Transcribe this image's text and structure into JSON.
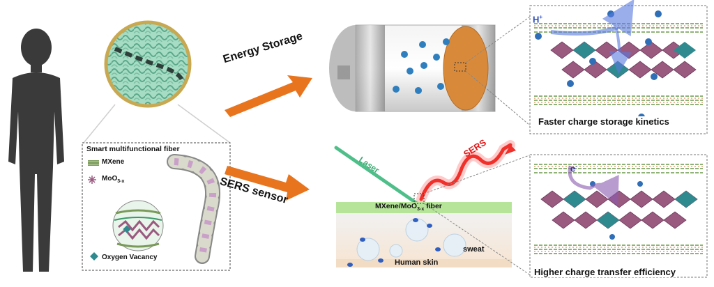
{
  "labels": {
    "energy_storage": "Energy Storage",
    "sers_sensor": "SERS sensor",
    "smart_fiber": "Smart multifunctional fiber",
    "legend_mxene": "MXene",
    "legend_moo3_base": "MoO",
    "legend_moo3_sub": "3-x",
    "oxygen_vacancy": "Oxygen Vacancy",
    "laser": "Laser",
    "sers": "SERS",
    "fiber_base": "MXene/MoO",
    "fiber_sub": "3-x",
    "fiber_tail": " fiber",
    "sweat": "sweat",
    "human_skin": "Human skin",
    "proton": "H",
    "proton_sup": "+",
    "electron": "e",
    "electron_sup": "-",
    "panel_top_caption": "Faster charge storage kinetics",
    "panel_bottom_caption": "Higher charge transfer efficiency"
  },
  "colors": {
    "arrow_orange": "#e8741d",
    "fabric_green": "#8fd0b5",
    "battery_ion": "#2f7fbf",
    "laser_green": "#4fbf8a",
    "sers_red": "#f0302a",
    "fiber_bar": "#b6e59a",
    "mxene_green": "#7a9a5a",
    "moo3_purple": "#9a5a80",
    "vacancy_teal": "#2e8a8e",
    "frame_gray": "#888888"
  }
}
